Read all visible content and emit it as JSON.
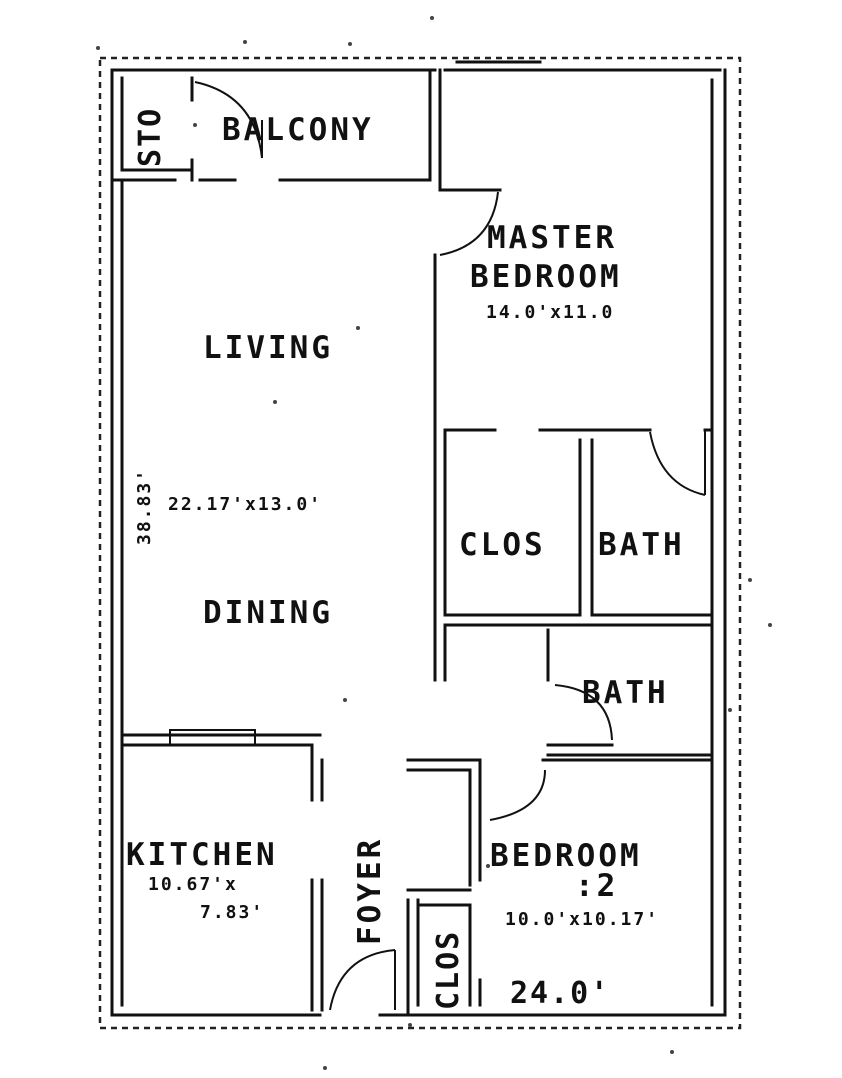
{
  "rooms": {
    "storage": "STO",
    "balcony": "BALCONY",
    "master_bedroom_line1": "MASTER",
    "master_bedroom_line2": "BEDROOM",
    "master_bedroom_dim": "14.0'x11.0",
    "living": "LIVING",
    "living_dining_dim": "22.17'x13.0'",
    "dining": "DINING",
    "closet": "CLOS",
    "master_bath": "BATH",
    "hall_bath": "BATH",
    "kitchen": "KITCHEN",
    "kitchen_dim_line1": "10.67'x",
    "kitchen_dim_line2": "7.83'",
    "foyer": "FOYER",
    "bedroom2_line1": "BEDROOM",
    "bedroom2_line2": ":2",
    "bedroom2_dim": "10.0'x10.17'",
    "bedroom2_closet": "CLOS"
  },
  "dimensions": {
    "overall_length": "38.83'",
    "bottom_width": "24.0'"
  }
}
